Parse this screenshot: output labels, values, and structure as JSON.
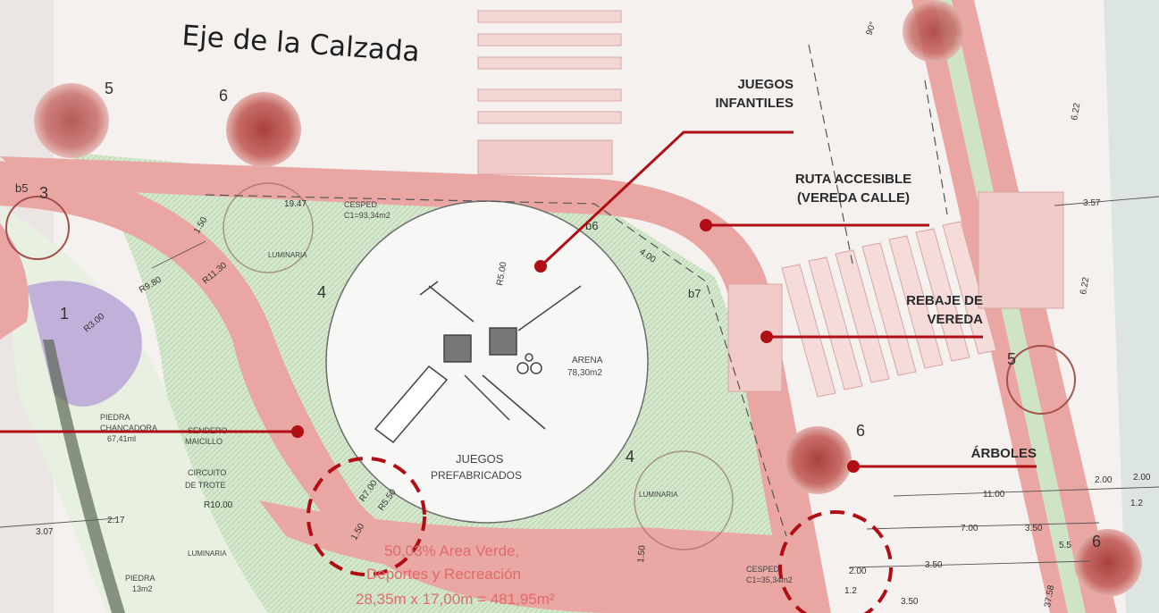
{
  "axis_title": "Eje de la Calzada",
  "callouts": {
    "juegos_infantiles": [
      "JUEGOS",
      "INFANTILES"
    ],
    "ruta_accesible": [
      "RUTA ACCESIBLE",
      "(VEREDA CALLE)"
    ],
    "rebaje_vereda": [
      "REBAJE DE",
      "VEREDA"
    ],
    "arboles": "ÁRBOLES"
  },
  "plan_text": {
    "cesped_top": "CESPED",
    "cesped_top_area": "C1=93,34m2",
    "arena": "ARENA",
    "arena_area": "78,30m2",
    "juegos": "JUEGOS",
    "prefabricados": "PREFABRICADOS",
    "luminaria_1": "LUMINARIA",
    "luminaria_2": "LUMINARIA",
    "luminaria_3": "LUMINARIA",
    "piedra_1": "PIEDRA",
    "piedra_1b": "CHANCADORA",
    "piedra_1_area": "67,41ml",
    "sendero": "SENDERO",
    "maicillo": "MAICILLO",
    "circuito": "CIRCUITO",
    "trote": "DE TROTE",
    "piedra_2": "PIEDRA",
    "piedra_2_area": "13m2",
    "cesped_bottom": "CESPED",
    "cesped_bottom_area": "C1=35,34m2",
    "area_verde_1": "50,03% Area Verde,",
    "area_verde_2": "Deportes y Recreación",
    "area_verde_3": "28,35m x 17,00m = 481,95m²"
  },
  "markers": [
    "5",
    "6",
    "3",
    "4",
    "4",
    "1",
    "5",
    "6",
    "6",
    "b5",
    "b6",
    "b7"
  ],
  "dimensions": [
    "19.47",
    "R9.80",
    "1.50",
    "R11.30",
    "R3.00",
    "R5.00",
    "4.00",
    "R7.00",
    "R5.50",
    "1.50",
    "3.07",
    "2.17",
    "6.22",
    "6.22",
    "3.57",
    "11.00",
    "7.00",
    "3.50",
    "3.50",
    "2.00",
    "1.2",
    "2.00",
    "1.2",
    "5.5",
    "37.58",
    "3.50",
    "90°",
    "R10.00",
    "1.50",
    "2.00"
  ],
  "colors": {
    "path_pink": "#e9a6a2",
    "lawn_green": "#d4e8cc",
    "accent_red": "#b00d14",
    "circle_purple": "#b9a4d8"
  }
}
